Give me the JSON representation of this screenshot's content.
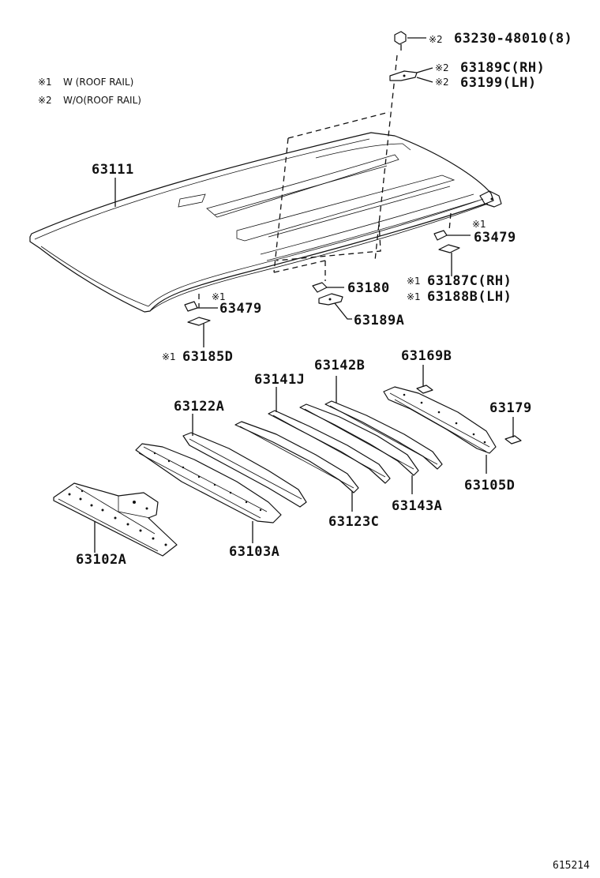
{
  "notes": [
    {
      "mark": "※1",
      "text": "W (ROOF RAIL)"
    },
    {
      "mark": "※2",
      "text": "W/O(ROOF RAIL)"
    }
  ],
  "callouts": {
    "c63230": {
      "mark": "※2",
      "text": "63230-48010(8)"
    },
    "c63189C": {
      "mark": "※2",
      "text": "63189C(RH)"
    },
    "c63199": {
      "mark": "※2",
      "text": "63199(LH)"
    },
    "c63111": {
      "mark": "",
      "text": "63111"
    },
    "c63479r": {
      "mark": "※1",
      "text": "63479"
    },
    "c63187C": {
      "mark": "※1",
      "text": "63187C(RH)"
    },
    "c63188B": {
      "mark": "※1",
      "text": "63188B(LH)"
    },
    "c63180": {
      "mark": "",
      "text": "63180"
    },
    "c63189A": {
      "mark": "",
      "text": "63189A"
    },
    "c63479l": {
      "mark": "※1",
      "text": "63479"
    },
    "c63185D": {
      "mark": "※1",
      "text": "63185D"
    },
    "c63142B": {
      "mark": "",
      "text": "63142B"
    },
    "c63169B": {
      "mark": "",
      "text": "63169B"
    },
    "c63141J": {
      "mark": "",
      "text": "63141J"
    },
    "c63122A": {
      "mark": "",
      "text": "63122A"
    },
    "c63179": {
      "mark": "",
      "text": "63179"
    },
    "c63105D": {
      "mark": "",
      "text": "63105D"
    },
    "c63143A": {
      "mark": "",
      "text": "63143A"
    },
    "c63123C": {
      "mark": "",
      "text": "63123C"
    },
    "c63103A": {
      "mark": "",
      "text": "63103A"
    },
    "c63102A": {
      "mark": "",
      "text": "63102A"
    }
  },
  "figure_code": "615214"
}
